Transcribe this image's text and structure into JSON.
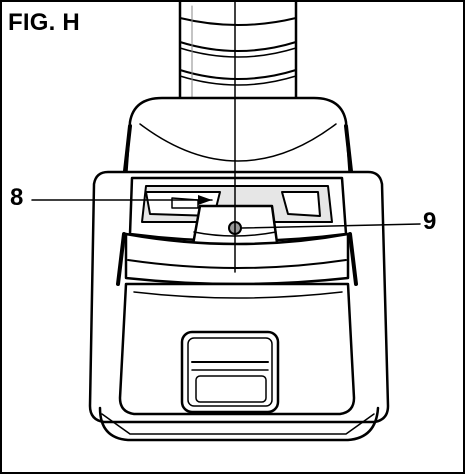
{
  "figure": {
    "title": "FIG. H",
    "callouts": [
      {
        "id": "8",
        "label": "8"
      },
      {
        "id": "9",
        "label": "9"
      }
    ]
  },
  "colors": {
    "line": "#000000",
    "fill": "#ffffff",
    "shade": "#e6e6e6",
    "dark": "#9a9a9a"
  }
}
